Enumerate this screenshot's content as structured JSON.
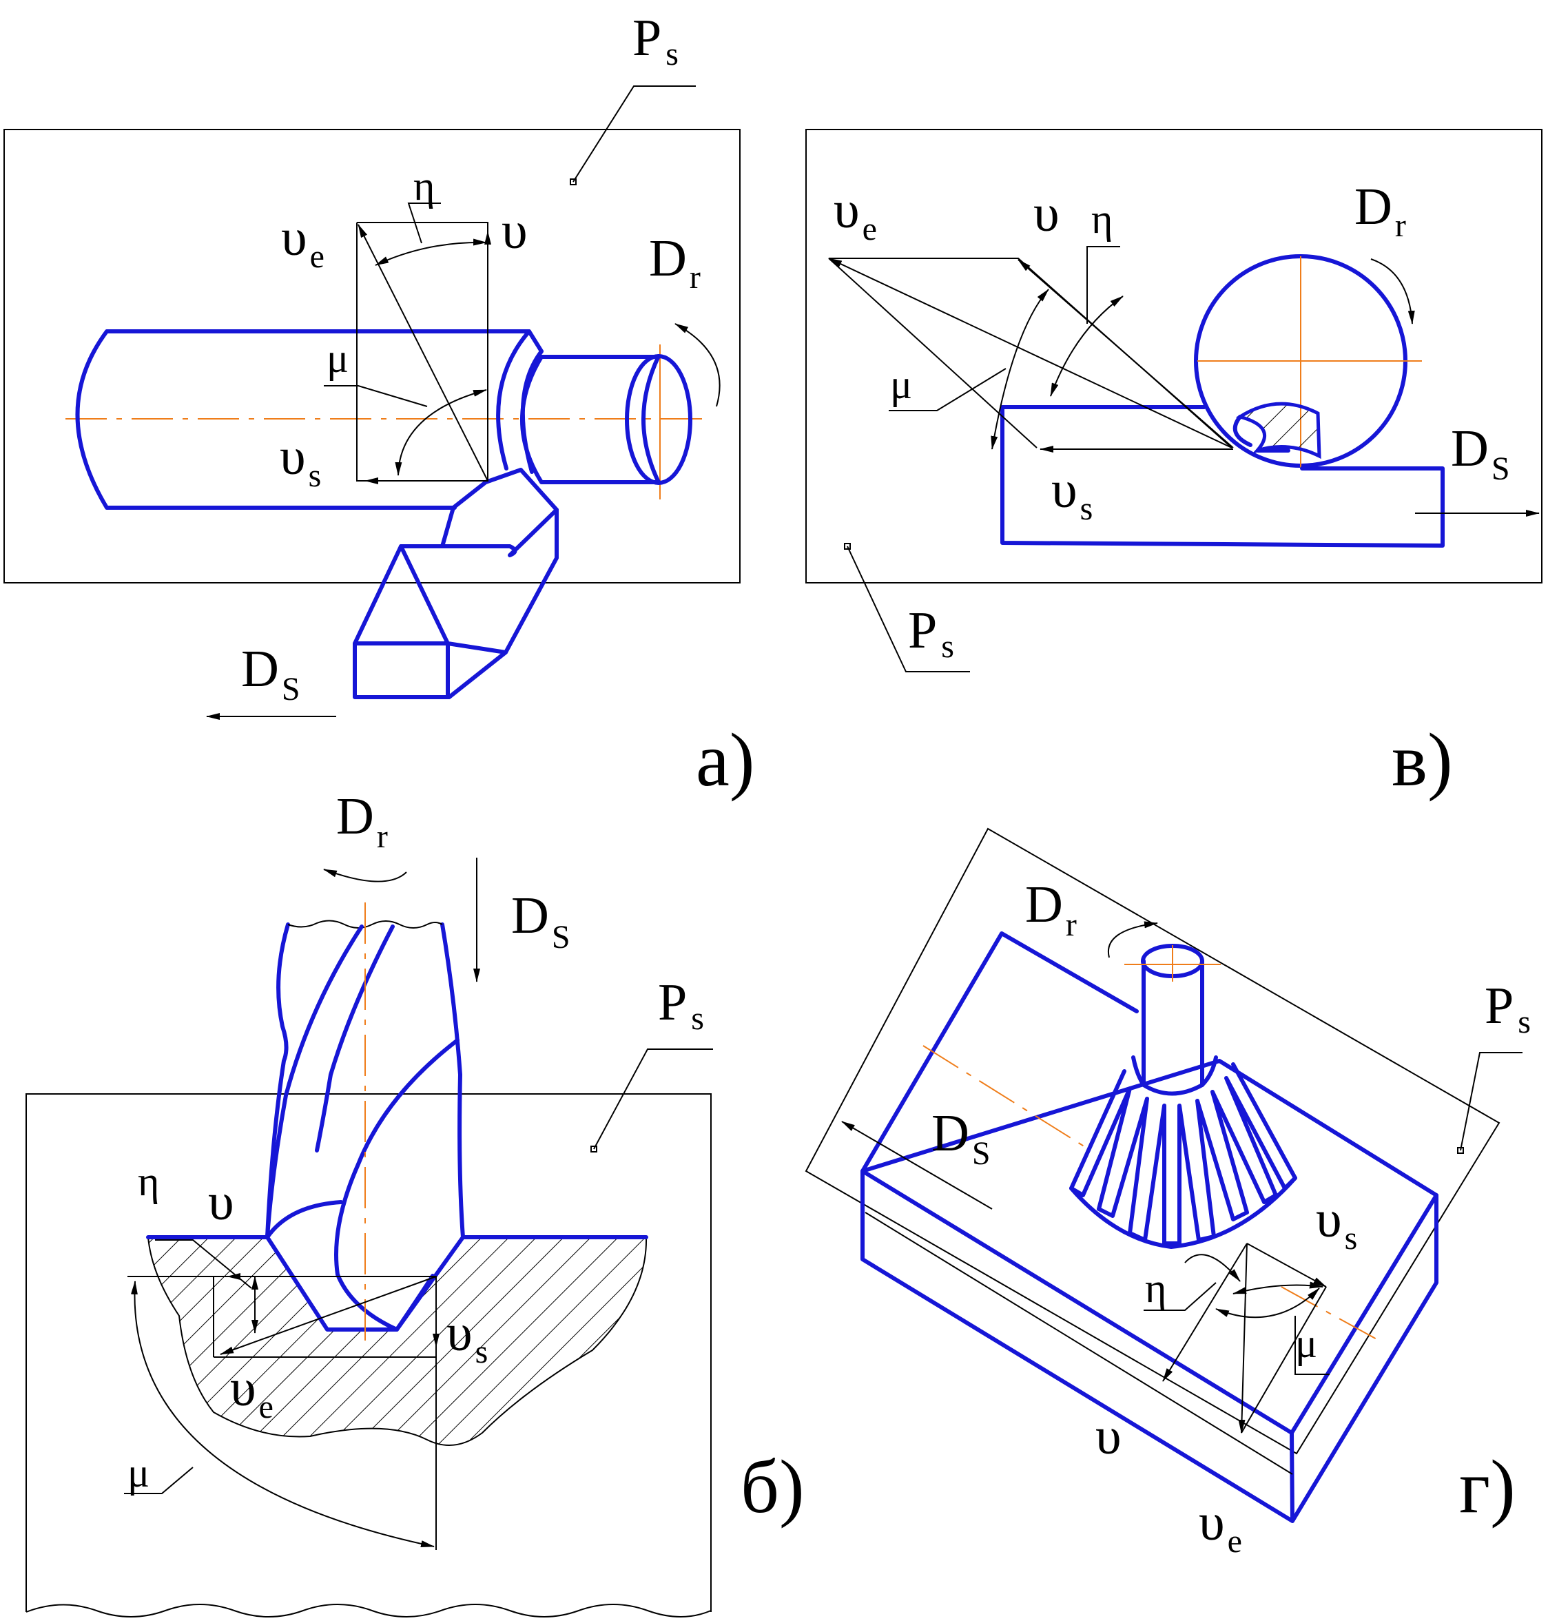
{
  "panels": [
    {
      "id": "a",
      "label": "а)",
      "plane": "P",
      "plane_sub": "s",
      "main_motion": "D",
      "main_motion_sub": "r",
      "feed_motion": "D",
      "feed_motion_sub": "S",
      "v": "υ",
      "v_e": "υ",
      "v_e_sub": "e",
      "v_s": "υ",
      "v_s_sub": "s",
      "eta": "η",
      "mu": "μ"
    },
    {
      "id": "v",
      "label": "в)",
      "plane": "P",
      "plane_sub": "s",
      "main_motion": "D",
      "main_motion_sub": "r",
      "feed_motion": "D",
      "feed_motion_sub": "S",
      "v": "υ",
      "v_e": "υ",
      "v_e_sub": "e",
      "v_s": "υ",
      "v_s_sub": "s",
      "eta": "η",
      "mu": "μ"
    },
    {
      "id": "b",
      "label": "б)",
      "plane": "P",
      "plane_sub": "s",
      "main_motion": "D",
      "main_motion_sub": "r",
      "feed_motion": "D",
      "feed_motion_sub": "S",
      "v": "υ",
      "v_e": "υ",
      "v_e_sub": "e",
      "v_s": "υ",
      "v_s_sub": "s",
      "eta": "η",
      "mu": "μ"
    },
    {
      "id": "g",
      "label": "г)",
      "plane": "P",
      "plane_sub": "s",
      "main_motion": "D",
      "main_motion_sub": "r",
      "feed_motion": "D",
      "feed_motion_sub": "S",
      "v": "υ",
      "v_e": "υ",
      "v_e_sub": "e",
      "v_s": "υ",
      "v_s_sub": "s",
      "eta": "η",
      "mu": "μ"
    }
  ],
  "colors": {
    "outline": "#1616d6",
    "axis": "#ef7d1a",
    "line": "#000000"
  }
}
